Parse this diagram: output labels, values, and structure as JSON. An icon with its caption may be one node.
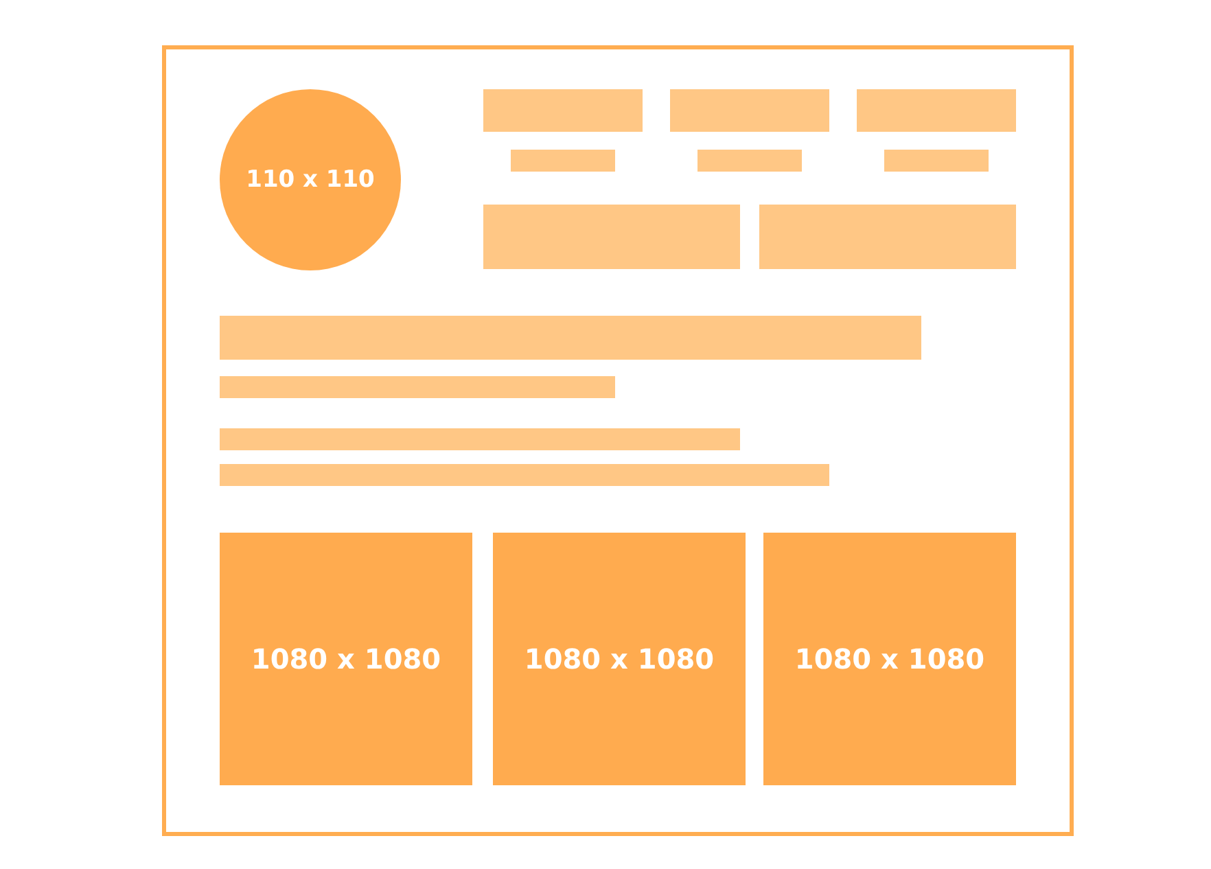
{
  "diagram": {
    "nodes": [
      {
        "text": [],
        "shape": "box"
      },
      {
        "text": [
          "110 x 110"
        ],
        "in": 0
      },
      {
        "text": [],
        "shape": "bar",
        "in": 0
      },
      {
        "text": [],
        "shape": "bar",
        "in": 0
      },
      {
        "text": [],
        "shape": "bar",
        "in": 0
      },
      {
        "text": [],
        "shape": "bar",
        "in": 0
      },
      {
        "text": [],
        "shape": "bar",
        "in": 0
      },
      {
        "text": [],
        "shape": "bar",
        "in": 0
      },
      {
        "text": [],
        "shape": "bar",
        "in": 0
      },
      {
        "text": [],
        "shape": "bar",
        "in": 0
      },
      {
        "text": [],
        "shape": "bar",
        "in": 0
      },
      {
        "text": [],
        "shape": "bar",
        "in": 0
      },
      {
        "text": [],
        "shape": "bar",
        "in": 0
      },
      {
        "text": [],
        "shape": "bar",
        "in": 0
      },
      {
        "text": [
          "1080 x 1080"
        ],
        "in": 0
      },
      {
        "text": [
          "1080 x 1080"
        ],
        "in": 0
      },
      {
        "text": [
          "1080 x 1080"
        ],
        "in": 0
      }
    ],
    "edges": []
  }
}
